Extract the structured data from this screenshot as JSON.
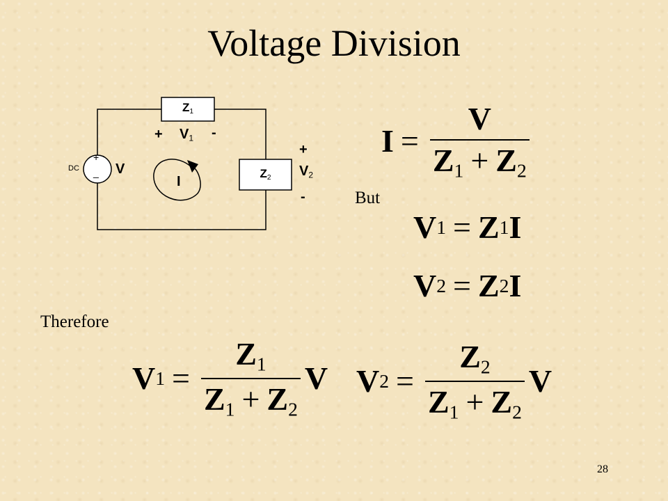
{
  "slide": {
    "title": "Voltage Division",
    "page_number": "28",
    "but_label": "But",
    "therefore_label": "Therefore"
  },
  "circuit": {
    "z1_label": "Z",
    "z1_sub": "1",
    "z2_label": "Z",
    "z2_sub": "2",
    "source_type": "DC",
    "source_plus": "+",
    "source_minus": "_",
    "source_label": "V",
    "v1_plus": "+",
    "v1_label": "V",
    "v1_sub": "1",
    "v1_minus": "-",
    "v2_plus": "+",
    "v2_label": "V",
    "v2_sub": "2",
    "v2_minus": "-",
    "current_label": "I"
  },
  "equations": {
    "current": {
      "lhs": "I",
      "op": "=",
      "num": "V",
      "den_a": "Z",
      "den_a_sub": "1",
      "den_plus": "+",
      "den_b": "Z",
      "den_b_sub": "2"
    },
    "v1": {
      "lhs": "V",
      "lhs_sub": "1",
      "op": "=",
      "rhs_z": "Z",
      "rhs_z_sub": "1",
      "rhs_i": "I"
    },
    "v2": {
      "lhs": "V",
      "lhs_sub": "2",
      "op": "=",
      "rhs_z": "Z",
      "rhs_z_sub": "2",
      "rhs_i": "I"
    },
    "v1_div": {
      "lhs": "V",
      "lhs_sub": "1",
      "op": "=",
      "num": "Z",
      "num_sub": "1",
      "den_a": "Z",
      "den_a_sub": "1",
      "den_plus": "+",
      "den_b": "Z",
      "den_b_sub": "2",
      "tail": "V"
    },
    "v2_div": {
      "lhs": "V",
      "lhs_sub": "2",
      "op": "=",
      "num": "Z",
      "num_sub": "2",
      "den_a": "Z",
      "den_a_sub": "1",
      "den_plus": "+",
      "den_b": "Z",
      "den_b_sub": "2",
      "tail": "V"
    }
  }
}
